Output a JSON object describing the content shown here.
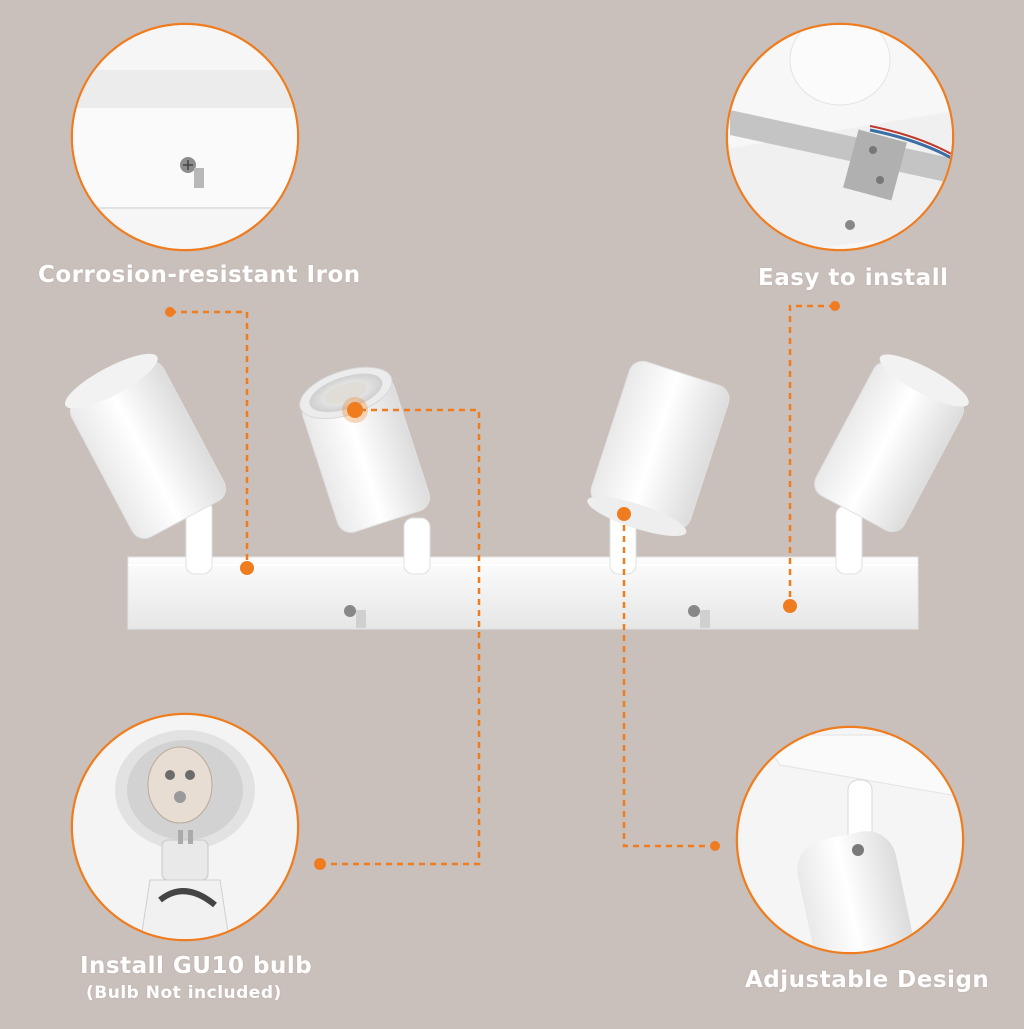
{
  "colors": {
    "background": "#c9bfbb",
    "accent": "#ef7d1f",
    "fixture": "#ffffff",
    "label_text": "#ffffff"
  },
  "features": [
    {
      "id": "iron",
      "title": "Corrosion-resistant Iron"
    },
    {
      "id": "install",
      "title": "Easy to install"
    },
    {
      "id": "bulb",
      "title": "Install GU10 bulb",
      "note": "(Bulb Not included)"
    },
    {
      "id": "adjust",
      "title": "Adjustable Design"
    }
  ]
}
